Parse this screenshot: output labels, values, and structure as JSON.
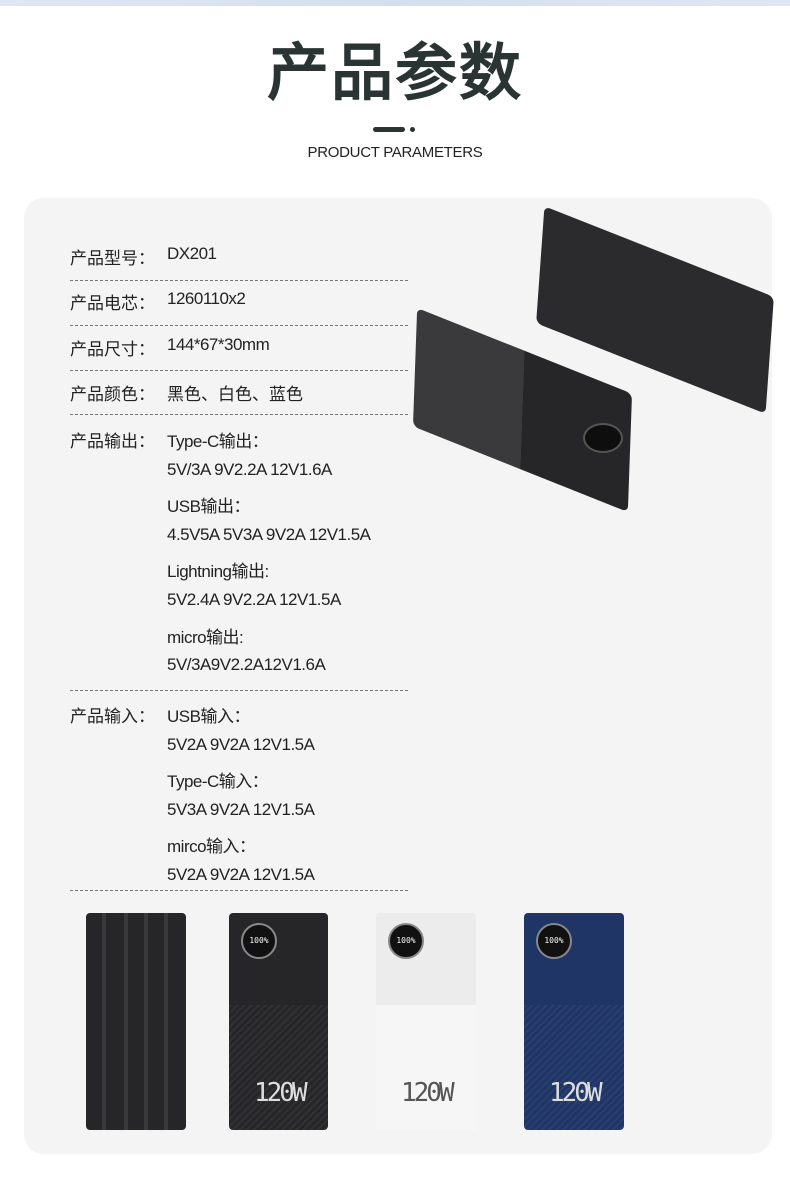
{
  "header": {
    "title": "产品参数",
    "subtitle": "PRODUCT PARAMETERS"
  },
  "params": [
    {
      "label": "产品型号：",
      "value": "DX201"
    },
    {
      "label": "产品电芯：",
      "value": "1260110x2"
    },
    {
      "label": "产品尺寸：",
      "value": "144*67*30mm"
    },
    {
      "label": "产品颜色：",
      "value": "黑色、白色、蓝色"
    }
  ],
  "output": {
    "label": "产品输出：",
    "lines": [
      "Type-C输出：",
      "5V/3A 9V2.2A 12V1.6A",
      "USB输出：",
      "4.5V5A 5V3A 9V2A 12V1.5A",
      "Lightning输出:",
      "5V2.4A 9V2.2A 12V1.5A",
      "micro输出:",
      "5V/3A9V2.2A12V1.6A"
    ]
  },
  "input": {
    "label": "产品输入：",
    "lines": [
      "USB输入：",
      "5V2A  9V2A  12V1.5A",
      "Type-C输入：",
      "5V3A 9V2A 12V1.5A",
      "mirco输入：",
      "5V2A  9V2A  12V1.5A"
    ]
  },
  "products": {
    "display": "100%",
    "wattage": "120W",
    "colors": {
      "black": "#262628",
      "white": "#ececec",
      "blue": "#1f3566"
    }
  }
}
